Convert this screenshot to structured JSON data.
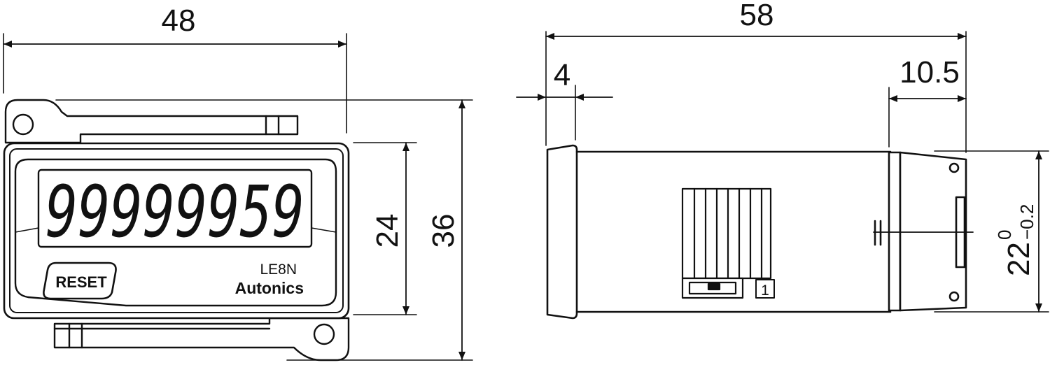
{
  "front_view": {
    "display_value": "99999959",
    "reset_label": "RESET",
    "model_label": "LE8N",
    "brand_label": "Autonics",
    "dim_width": "48",
    "dim_window_height": "24",
    "dim_total_height": "36"
  },
  "side_view": {
    "dim_length": "58",
    "dim_bezel": "4",
    "dim_rear": "10.5",
    "dim_height_base": "22",
    "dim_height_tol_upper": "0",
    "dim_height_tol_lower": "−0.2",
    "terminal_marker": "1"
  }
}
